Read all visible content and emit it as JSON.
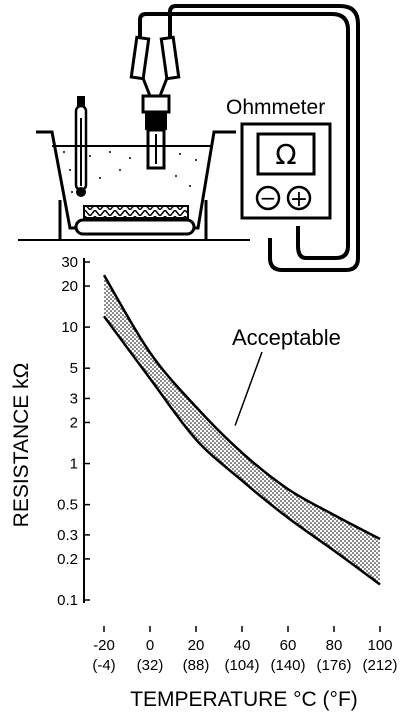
{
  "illustration": {
    "meter_label": "Ohmmeter",
    "omega_symbol": "Ω",
    "minus_symbol": "−",
    "plus_symbol": "+"
  },
  "chart_data": {
    "type": "area",
    "ylabel": "RESISTANCE kΩ",
    "xlabel": "TEMPERATURE °C (°F)",
    "y_scale": "log",
    "ylim": [
      0.1,
      30
    ],
    "xlim": [
      -20,
      100
    ],
    "grid": false,
    "y_ticks": [
      {
        "value": 30,
        "label": "30"
      },
      {
        "value": 20,
        "label": "20"
      },
      {
        "value": 10,
        "label": "10"
      },
      {
        "value": 5,
        "label": "5"
      },
      {
        "value": 3,
        "label": "3"
      },
      {
        "value": 2,
        "label": "2"
      },
      {
        "value": 1,
        "label": "1"
      },
      {
        "value": 0.5,
        "label": "0.5"
      },
      {
        "value": 0.3,
        "label": "0.3"
      },
      {
        "value": 0.2,
        "label": "0.2"
      },
      {
        "value": 0.1,
        "label": "0.1"
      }
    ],
    "x_ticks": [
      {
        "value": -20,
        "label": "-20",
        "label_f": "(-4)"
      },
      {
        "value": 0,
        "label": "0",
        "label_f": "(32)"
      },
      {
        "value": 20,
        "label": "20",
        "label_f": "(88)"
      },
      {
        "value": 40,
        "label": "40",
        "label_f": "(104)"
      },
      {
        "value": 60,
        "label": "60",
        "label_f": "(140)"
      },
      {
        "value": 80,
        "label": "80",
        "label_f": "(176)"
      },
      {
        "value": 100,
        "label": "100",
        "label_f": "(212)"
      }
    ],
    "series": [
      {
        "name": "upper",
        "x": [
          -20,
          0,
          20,
          40,
          60,
          80,
          100
        ],
        "values": [
          24,
          6.5,
          2.6,
          1.2,
          0.65,
          0.42,
          0.28
        ]
      },
      {
        "name": "lower",
        "x": [
          -20,
          0,
          20,
          40,
          60,
          80,
          100
        ],
        "values": [
          12,
          4.2,
          1.5,
          0.75,
          0.4,
          0.23,
          0.13
        ]
      }
    ],
    "annotation": {
      "text": "Acceptable",
      "x": 37,
      "y": 1.9
    }
  }
}
